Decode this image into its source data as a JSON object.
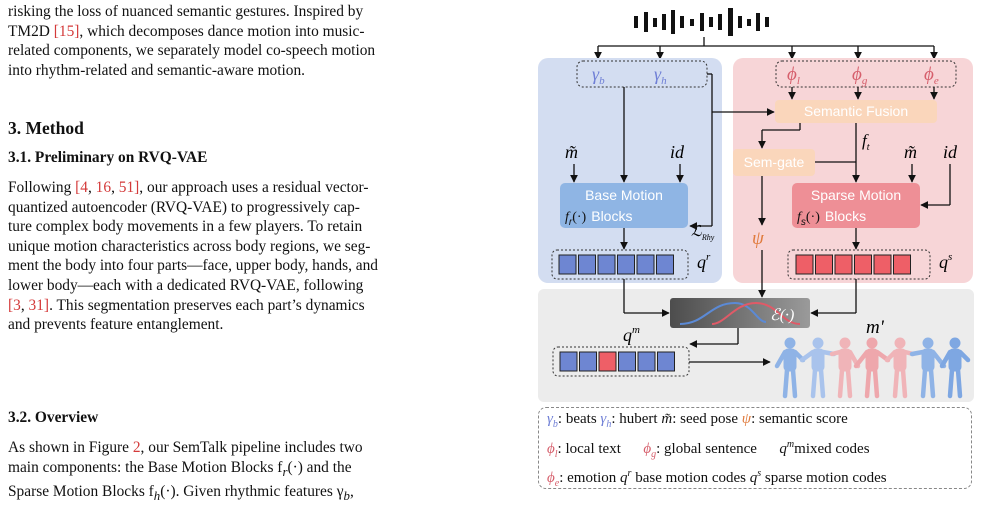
{
  "left": {
    "intro": {
      "l1": "risking the loss of nuanced semantic gestures. Inspired by",
      "l2a": "TM2D ",
      "l2ref": "[15]",
      "l2b": ", which decomposes dance motion into music-",
      "l3": "related components, we separately model co-speech motion",
      "l4": "into rhythm-related and semantic-aware motion."
    },
    "section": "3. Method",
    "sub1": "3.1. Preliminary on RVQ-VAE",
    "p1": {
      "l1a": "Following ",
      "l1r1": "[4",
      "l1r2": "16",
      "l1r3": "51]",
      "l1b": ", our approach uses a residual vector-",
      "l2": "quantized autoencoder (RVQ-VAE) to progressively cap-",
      "l3": "ture complex body movements in a few players.  To retain",
      "l4": "unique motion characteristics across body regions, we seg-",
      "l5": "ment the body into four parts—face, upper body, hands, and",
      "l6": "lower body—each with a dedicated RVQ-VAE, following",
      "l7r1": "[3",
      "l7r2": "31]",
      "l7b": ". This segmentation preserves each part’s dynamics",
      "l8": "and prevents feature entanglement."
    },
    "sub2": "3.2. Overview",
    "p2": {
      "l1a": "As shown in Figure ",
      "l1r": "2",
      "l1b": ", our SemTalk pipeline includes two",
      "l2": "main components:  the Base Motion Blocks f",
      "l2s": "r",
      "l2c": "(·) and the",
      "l3": "Sparse Motion Blocks f",
      "l3s": "h",
      "l3c": "(·).  Given rhythmic features γ",
      "l3d": "b",
      "l3e": ","
    }
  },
  "figure": {
    "inputs_left": [
      "γb",
      "γh"
    ],
    "inputs_right": [
      "φl",
      "φg",
      "φe"
    ],
    "semantic_fusion": "Semantic Fusion",
    "sem_gate": "Sem-gate",
    "base_motion": [
      "Base Motion",
      "Blocks"
    ],
    "base_fn": "f",
    "base_fn_sub": "r",
    "sparse_motion": [
      "Sparse Motion",
      "Blocks"
    ],
    "sparse_fn": "f",
    "sparse_fn_sub": "s",
    "m_tilde": "m̃",
    "id": "id",
    "ft": "f",
    "ft_sub": "t",
    "psi": "ψ",
    "loss": "L",
    "loss_sub": "Rhy",
    "qr": "q",
    "qr_sup": "r",
    "qs": "q",
    "qs_sup": "s",
    "qm": "q",
    "qm_sup": "m",
    "epsilon": "ℰ(·)",
    "m_prime": "m'",
    "colors": {
      "blue_panel": "#d3ddf1",
      "pink_panel": "#f7d5d7",
      "gray_panel": "#ececec",
      "base_box": "#8fb5e4",
      "fusion_box": "#fad6bb",
      "sparse_box": "#ee8f96",
      "code_blue": "#6e86d2",
      "code_red": "#ee5f67"
    }
  },
  "legend": {
    "r1": {
      "g_b": "γ",
      "g_b_sub": "b",
      "t1": ": beats ",
      "g_h": "γ",
      "g_h_sub": "h",
      "t2": ": hubert  ",
      "m": "m̃",
      "t3": ": seed pose ",
      "psi": "ψ",
      "t4": ": semantic score"
    },
    "r2": {
      "phi_l": "ϕ",
      "phi_l_sub": "l",
      "t1": ": local text      ",
      "phi_g": "ϕ",
      "phi_g_sub": "g",
      "t2": ": global sentence      ",
      "q": "q",
      "q_sup": "m",
      "t3": "mixed codes"
    },
    "r3": {
      "phi_e": "ϕ",
      "phi_e_sub": "e",
      "t1": ": emotion ",
      "q1": "q",
      "q1_sup": "r",
      "t2": " base motion codes ",
      "q2": "q",
      "q2_sup": "s",
      "t3": " sparse motion codes"
    }
  }
}
